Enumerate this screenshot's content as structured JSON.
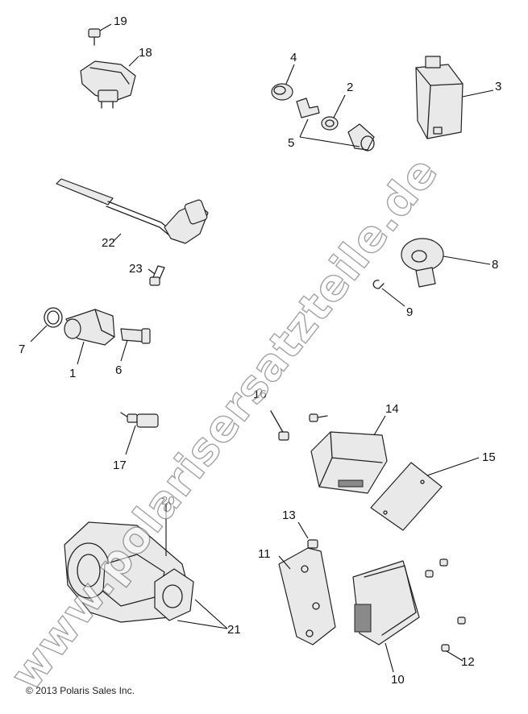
{
  "callouts": {
    "c1": "1",
    "c2": "2",
    "c3": "3",
    "c4": "4",
    "c5": "5",
    "c6": "6",
    "c7": "7",
    "c8": "8",
    "c9": "9",
    "c10": "10",
    "c11": "11",
    "c12": "12",
    "c13": "13",
    "c14": "14",
    "c15": "15",
    "c16": "16",
    "c17": "17",
    "c18": "18",
    "c19": "19",
    "c20": "20",
    "c21": "21",
    "c22": "22",
    "c23": "23"
  },
  "watermark": "www.polarisersatzteile.de",
  "copyright": "© 2013 Polaris Sales Inc."
}
